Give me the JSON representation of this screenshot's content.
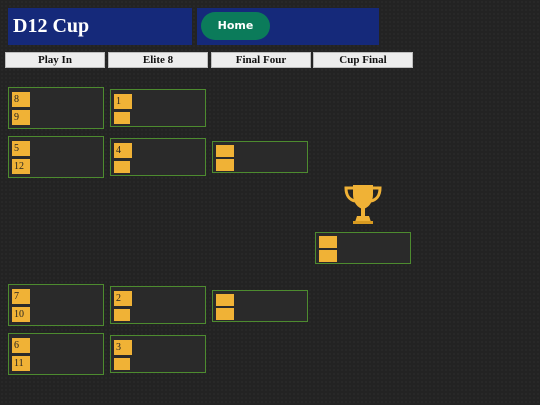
{
  "header": {
    "title": "D12 Cup",
    "home_label": "Home"
  },
  "rounds": [
    "Play In",
    "Elite 8",
    "Final Four",
    "Cup Final"
  ],
  "play_in": [
    {
      "top": "8",
      "bottom": "9"
    },
    {
      "top": "5",
      "bottom": "12"
    },
    {
      "top": "7",
      "bottom": "10"
    },
    {
      "top": "6",
      "bottom": "11"
    }
  ],
  "elite8": [
    {
      "top": "1",
      "bottom": ""
    },
    {
      "top": "4",
      "bottom": ""
    },
    {
      "top": "2",
      "bottom": ""
    },
    {
      "top": "3",
      "bottom": ""
    }
  ],
  "final_four": [
    {
      "top": "",
      "bottom": ""
    },
    {
      "top": "",
      "bottom": ""
    }
  ],
  "cup_final": {
    "top": "",
    "bottom": ""
  },
  "colors": {
    "header_bg": "#15297a",
    "home_bg": "#0b7b5a",
    "seed_bg": "#f0b236",
    "match_border": "#4d8b2f",
    "trophy": "#f0b236"
  },
  "icons": {
    "trophy": "trophy-icon"
  }
}
